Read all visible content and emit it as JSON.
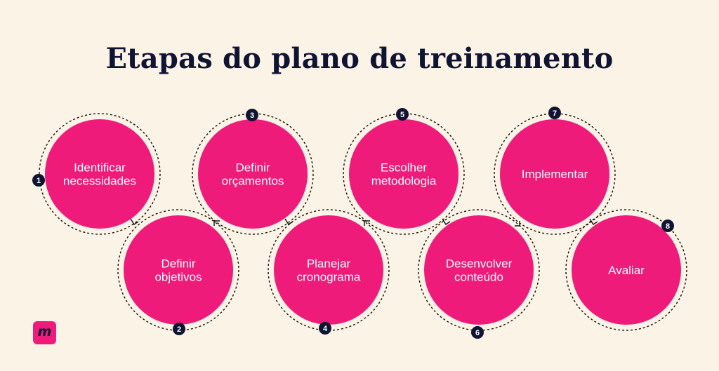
{
  "title": "Etapas do plano de treinamento",
  "colors": {
    "background": "#fcf3e7",
    "circle": "#ef1b7a",
    "badge": "#0f1433",
    "title": "#0f1433"
  },
  "logo": {
    "glyph": "m",
    "icon": "brand-logo-icon"
  },
  "steps": [
    {
      "number": "1",
      "lines": [
        "Identificar",
        "necessidades"
      ]
    },
    {
      "number": "2",
      "lines": [
        "Definir",
        "objetivos"
      ]
    },
    {
      "number": "3",
      "lines": [
        "Definir",
        "orçamentos"
      ]
    },
    {
      "number": "4",
      "lines": [
        "Planejar",
        "cronograma"
      ]
    },
    {
      "number": "5",
      "lines": [
        "Escolher",
        "metodologia"
      ]
    },
    {
      "number": "6",
      "lines": [
        "Desenvolver",
        "conteúdo"
      ]
    },
    {
      "number": "7",
      "lines": [
        "Implementar"
      ]
    },
    {
      "number": "8",
      "lines": [
        "Avaliar"
      ]
    }
  ]
}
